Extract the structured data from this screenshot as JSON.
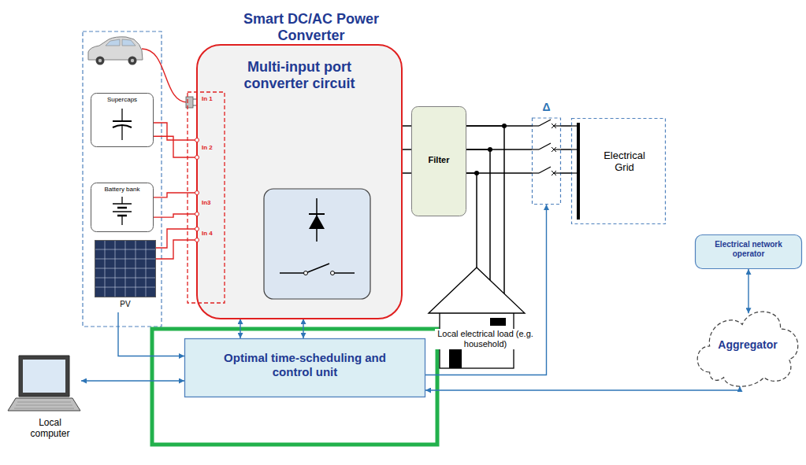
{
  "diagram": {
    "nodes": [
      {
        "text": [
          "Smart DC/AC Power Converter"
        ]
      },
      {
        "text": [
          "Multi-input port converter circuit"
        ],
        "in": 0
      },
      {
        "text": [
          "Filter"
        ],
        "in": 0
      },
      {
        "text": [
          "Δ"
        ],
        "in": 0
      },
      {
        "text": [
          "Electrical Grid"
        ],
        "in": 0
      },
      {
        "text": [
          "Optimal time-scheduling and control unit"
        ],
        "in": 0
      },
      {
        "text": [
          "Supercaps"
        ]
      },
      {
        "text": [
          "Battery bank"
        ]
      },
      {
        "text": [
          "PV"
        ]
      },
      {
        "text": [
          "Local electrical load (e.g. household)"
        ]
      },
      {
        "text": [
          "Local computer"
        ]
      },
      {
        "text": [
          "Electrical network operator"
        ]
      },
      {
        "text": [
          "Aggregator"
        ]
      }
    ],
    "edges": [
      {
        "from": 1,
        "to": 2,
        "arrow": "none"
      },
      {
        "from": 2,
        "to": 3,
        "arrow": "none"
      },
      {
        "from": 3,
        "to": 4,
        "arrow": "none"
      },
      {
        "from": 2,
        "to": 9,
        "arrow": "none"
      },
      {
        "from": 1,
        "to": 5,
        "arrow": "both"
      },
      {
        "from": 1,
        "to": 5,
        "arrow": "both"
      },
      {
        "from": 6,
        "to": 1,
        "arrow": "none"
      },
      {
        "from": 7,
        "to": 1,
        "arrow": "none"
      },
      {
        "from": 8,
        "to": 1,
        "arrow": "none"
      },
      {
        "from": 8,
        "to": 5,
        "arrow": "to"
      },
      {
        "from": 10,
        "to": 5,
        "arrow": "both"
      },
      {
        "from": 5,
        "to": 3,
        "arrow": "to"
      },
      {
        "from": 12,
        "to": 5,
        "arrow": "both"
      },
      {
        "from": 11,
        "to": 12,
        "arrow": "both"
      }
    ],
    "labels": [
      "In 1",
      "In 2",
      "In3",
      "In 4"
    ]
  }
}
